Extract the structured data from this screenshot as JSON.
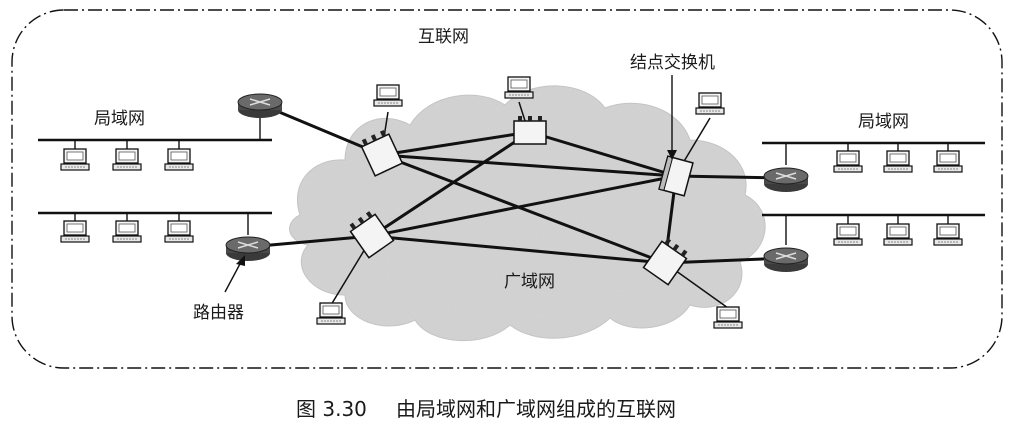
{
  "labels": {
    "internet": "互联网",
    "lan_left": "局域网",
    "lan_right": "局域网",
    "switch_node": "结点交换机",
    "wan": "广域网",
    "router": "路由器"
  },
  "caption": {
    "number": "图 3.30",
    "text": "由局域网和广域网组成的互联网"
  },
  "colors": {
    "line": "#111111",
    "cloud": "#d6d6d6",
    "router": "#555555",
    "device_fill": "#f2f2f2"
  }
}
